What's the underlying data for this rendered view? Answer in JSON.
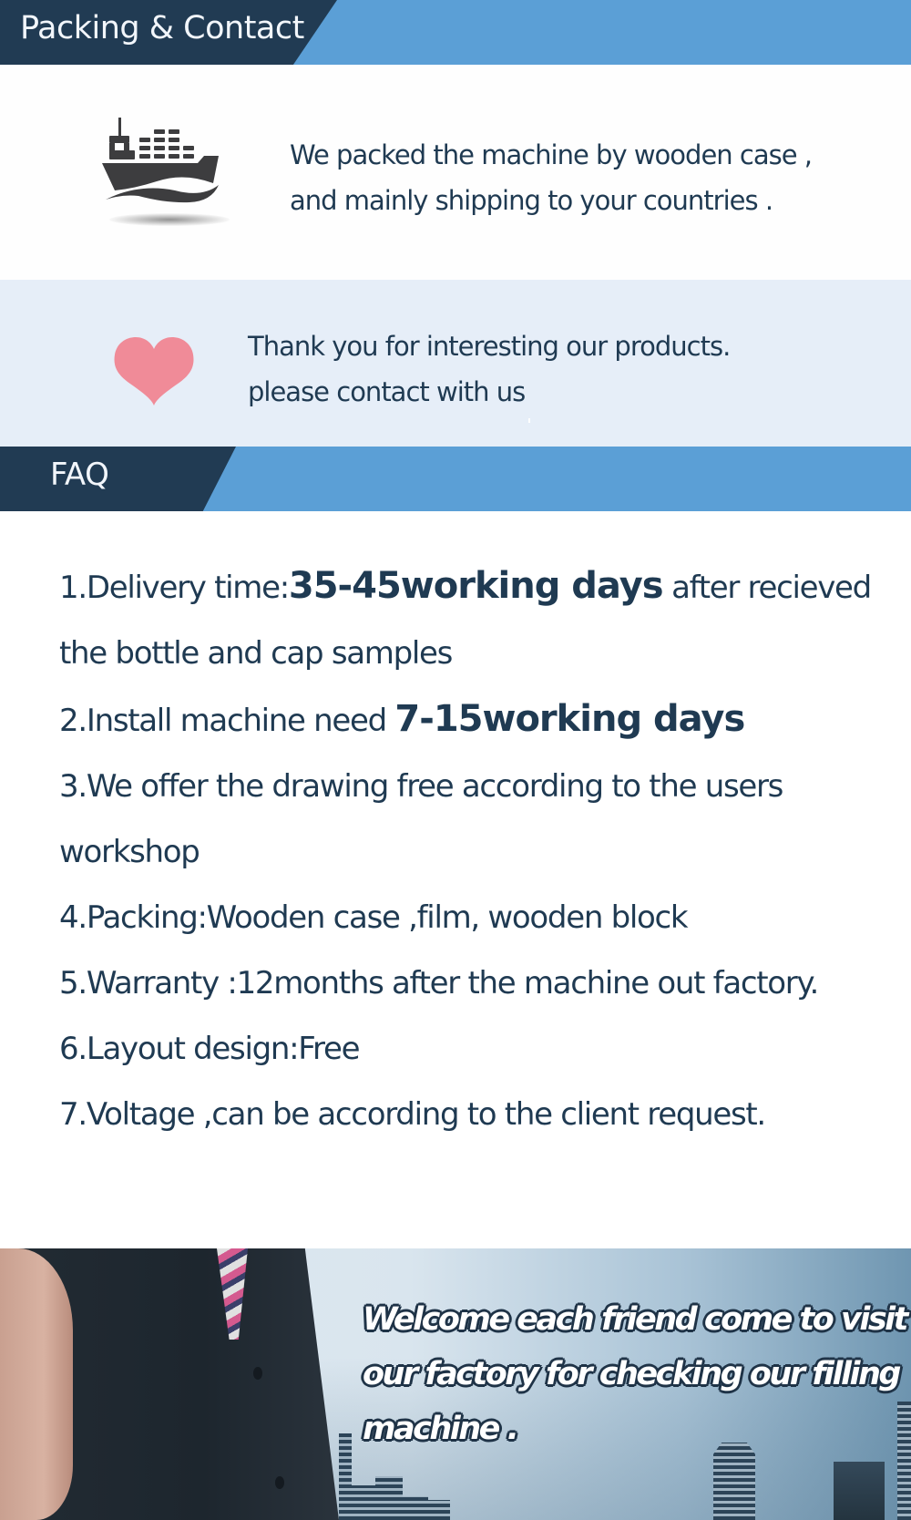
{
  "colors": {
    "header_dark": "#213b53",
    "header_light": "#5b9fd6",
    "text": "#1f3a52",
    "contact_bg": "#e6eef8",
    "heart": "#f08b98",
    "ship": "#3d3d3f"
  },
  "packing_section": {
    "title": "Packing & Contact",
    "icon": "cargo-ship-icon",
    "lines": [
      "We packed the machine by wooden case ,",
      "and mainly shipping to your countries ."
    ]
  },
  "contact_section": {
    "icon": "heart-icon",
    "lines": [
      "Thank you for interesting our products.",
      "please contact with us"
    ]
  },
  "faq_section": {
    "title": "FAQ",
    "items": [
      {
        "prefix": "1.Delivery time:",
        "emphasis": "35-45working days",
        "suffix": " after recieved",
        "continuation": "the bottle and cap samples"
      },
      {
        "prefix": "2.Install machine need ",
        "emphasis": "7-15working days",
        "suffix": ""
      },
      {
        "text": "3.We offer the drawing free according to the users",
        "continuation": "workshop"
      },
      {
        "text": "4.Packing:Wooden case ,film, wooden block"
      },
      {
        "text": "5.Warranty :12months after the machine out factory."
      },
      {
        "text": "6.Layout design:Free"
      },
      {
        "text": "7.Voltage ,can be according to the client request."
      }
    ]
  },
  "banner": {
    "image": "businessman-handshake-city-skyline",
    "lines": [
      "Welcome each friend come to visit",
      "our factory for checking our filling",
      "machine ."
    ]
  }
}
